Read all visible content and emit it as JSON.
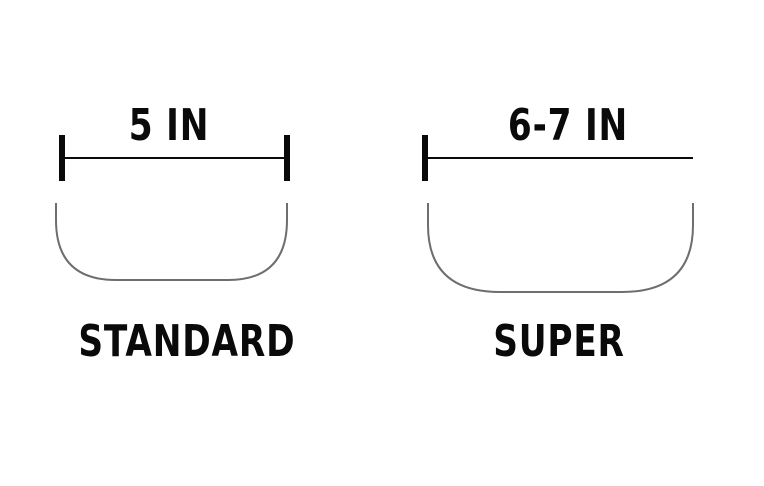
{
  "diagram": {
    "items": [
      {
        "dimension": "5 IN",
        "name": "STANDARD"
      },
      {
        "dimension": "6-7 IN",
        "name": "SUPER"
      }
    ],
    "colors": {
      "ink": "#0a0a0a",
      "outline": "#6e6e6e",
      "background": "#ffffff"
    }
  }
}
